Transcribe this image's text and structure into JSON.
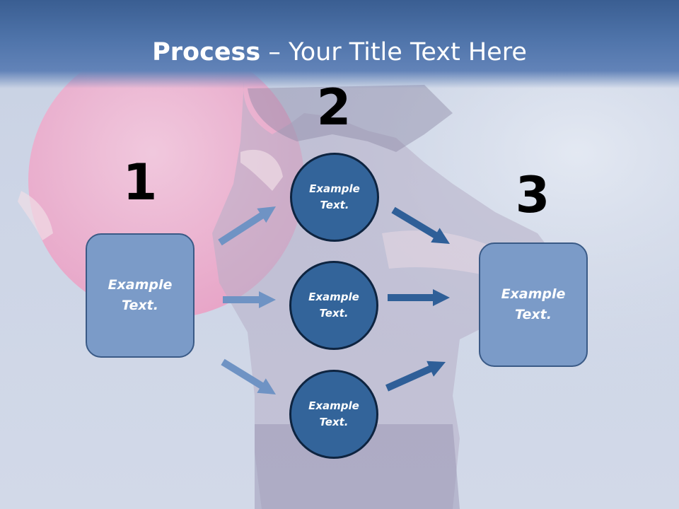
{
  "title": {
    "bold": "Process",
    "rest": " – Your Title Text Here"
  },
  "steps": {
    "one": "1",
    "two": "2",
    "three": "3"
  },
  "left_box": {
    "text": "Example Text."
  },
  "circles": [
    {
      "text": "Example Text."
    },
    {
      "text": "Example Text."
    },
    {
      "text": "Example Text."
    }
  ],
  "right_box": {
    "text": "Example Text."
  },
  "colors": {
    "header": "#4f74aa",
    "box_fill": "#7b9bc8",
    "circle_fill": "#33649a",
    "arrow_light": "#6f93c4",
    "arrow_dark": "#2f5f98"
  }
}
